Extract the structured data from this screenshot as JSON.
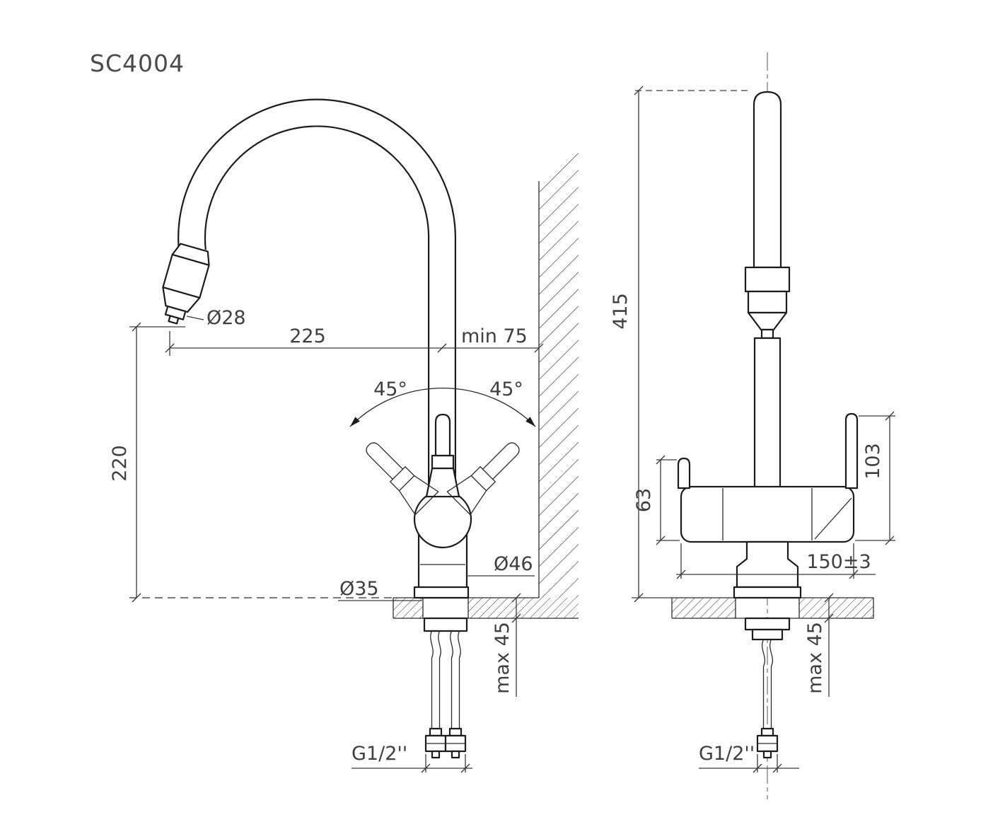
{
  "title": "SC4004",
  "side_view": {
    "spout_diameter": "Ø28",
    "reach": "225",
    "min_wall_distance": "min 75",
    "swivel_left": "45°",
    "swivel_right": "45°",
    "spout_height": "220",
    "body_diameter": "Ø46",
    "hole_diameter": "Ø35",
    "max_counter_thickness": "max 45",
    "thread": "G1/2''"
  },
  "front_view": {
    "total_height": "415",
    "left_handle_height": "63",
    "right_handle_height": "103",
    "body_width": "150±3",
    "max_counter_thickness": "max 45",
    "thread": "G1/2''"
  }
}
